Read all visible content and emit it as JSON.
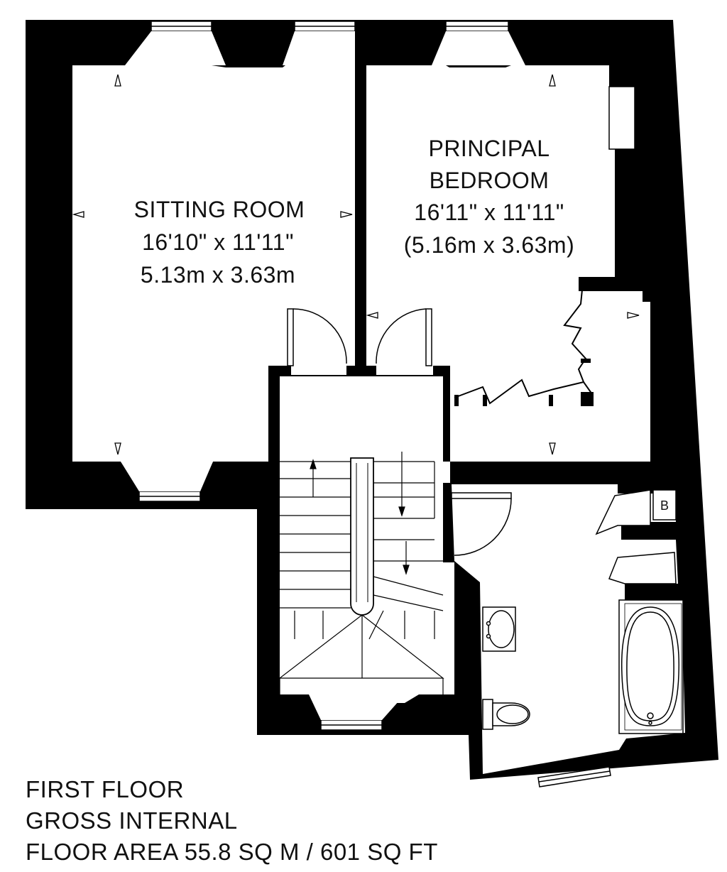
{
  "rooms": {
    "sitting": {
      "name": "SITTING ROOM",
      "imperial": "16'10\" x 11'11\"",
      "metric": "5.13m x 3.63m"
    },
    "bedroom": {
      "name_line1": "PRINCIPAL",
      "name_line2": "BEDROOM",
      "imperial": "16'11\" x 11'11\"",
      "metric": "(5.16m x 3.63m)"
    },
    "boiler_label": "B"
  },
  "caption": {
    "line1": "FIRST FLOOR",
    "line2": "GROSS INTERNAL",
    "line3": "FLOOR AREA 55.8 SQ M / 601 SQ FT"
  }
}
